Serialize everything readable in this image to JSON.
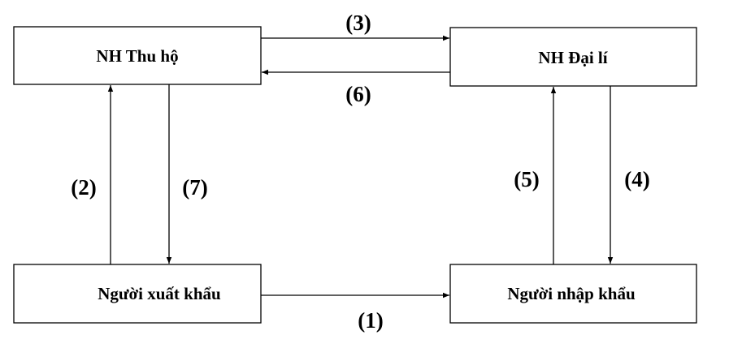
{
  "nodes": {
    "collecting_bank": "NH Thu hộ",
    "agent_bank": "NH Đại lí",
    "exporter": "Người xuất khẩu",
    "importer": "Người nhập khẩu"
  },
  "steps": {
    "step_1": "(1)",
    "step_2": "(2)",
    "step_3": "(3)",
    "step_4": "(4)",
    "step_5": "(5)",
    "step_6": "(6)",
    "step_7": "(7)"
  },
  "colors": {
    "line": "#000000",
    "background": "#ffffff"
  }
}
